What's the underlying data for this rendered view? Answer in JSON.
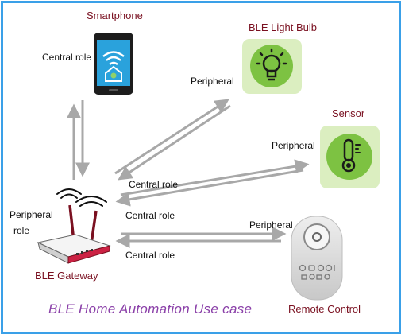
{
  "diagram": {
    "caption": "BLE Home Automation Use case",
    "devices": {
      "smartphone": {
        "title": "Smartphone",
        "role": "Central role",
        "icon": "smartphone-wifi-home-icon"
      },
      "bulb": {
        "title": "BLE Light Bulb",
        "icon": "light-bulb-icon"
      },
      "sensor": {
        "title": "Sensor",
        "icon": "thermometer-icon"
      },
      "gateway": {
        "title": "BLE Gateway",
        "role_line1": "Peripheral",
        "role_line2": "role",
        "icon": "router-icon"
      },
      "remote": {
        "title": "Remote Control",
        "icon": "remote-control-icon"
      }
    },
    "links": {
      "bulb_peripheral": "Peripheral",
      "bulb_central": "Central role",
      "sensor_peripheral": "Peripheral",
      "sensor_central": "Central role",
      "remote_peripheral": "Peripheral",
      "remote_central": "Central role"
    },
    "colors": {
      "frame": "#3aa0e8",
      "title_text": "#7a1020",
      "caption_text": "#8a3fa8",
      "arrow": "#a8a8a8",
      "icon_bg": "#dbeec0"
    }
  }
}
